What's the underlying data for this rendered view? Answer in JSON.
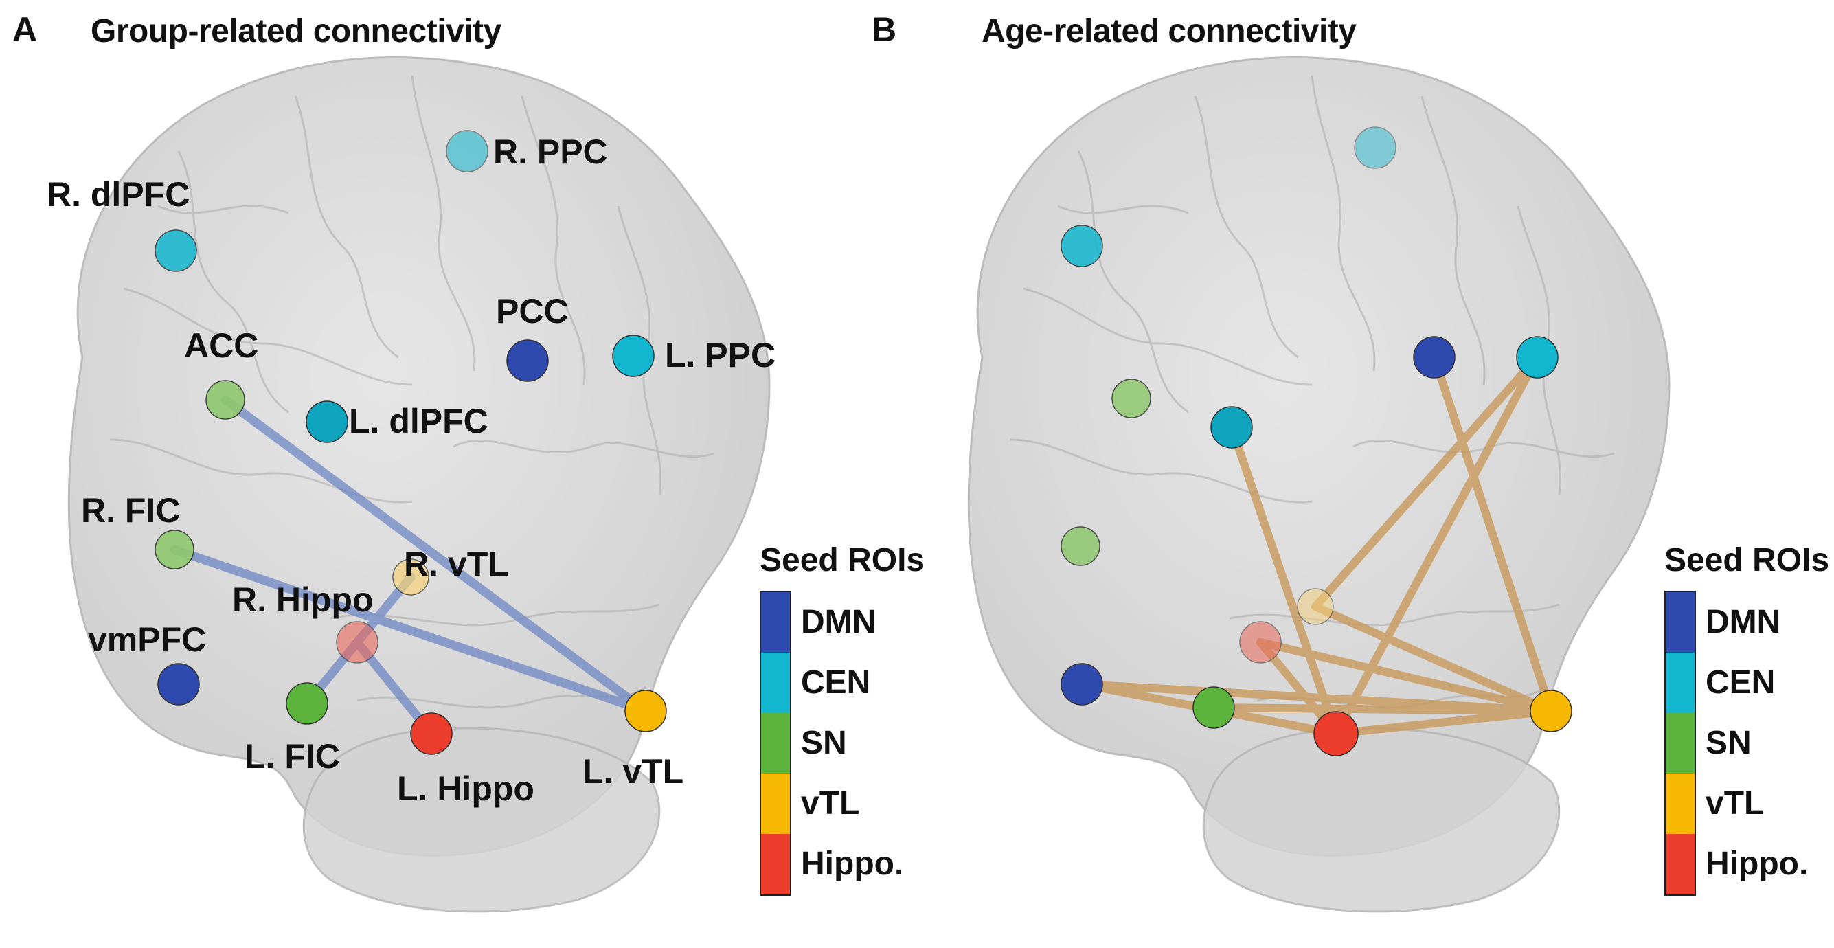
{
  "panel_a": {
    "letter": "A",
    "title": "Group-related connectivity",
    "roi_labels": {
      "r_dlpfc": "R. dlPFC",
      "r_ppc": "R. PPC",
      "pcc": "PCC",
      "l_ppc": "L. PPC",
      "acc": "ACC",
      "l_dlpfc": "L. dlPFC",
      "r_fic": "R. FIC",
      "r_vtl": "R. vTL",
      "r_hippo": "R. Hippo",
      "vmpfc": "vmPFC",
      "l_fic": "L. FIC",
      "l_hippo": "L. Hippo",
      "l_vtl": "L. vTL"
    },
    "edge_color": "#6f88c4"
  },
  "panel_b": {
    "letter": "B",
    "title": "Age-related connectivity",
    "edge_color": "#c9995c"
  },
  "legend": {
    "title": "Seed ROIs",
    "items": [
      {
        "label": "DMN",
        "color": "#2f4aae"
      },
      {
        "label": "CEN",
        "color": "#12b6cf"
      },
      {
        "label": "SN",
        "color": "#5cb43c"
      },
      {
        "label": "vTL",
        "color": "#f6b800"
      },
      {
        "label": "Hippo.",
        "color": "#ec3c2c"
      }
    ]
  },
  "network_colors": {
    "DMN": "#2f4aae",
    "CEN": "#12b6cf",
    "SN": "#5cb43c",
    "vTL": "#f6b800",
    "Hippo": "#ec3c2c"
  }
}
